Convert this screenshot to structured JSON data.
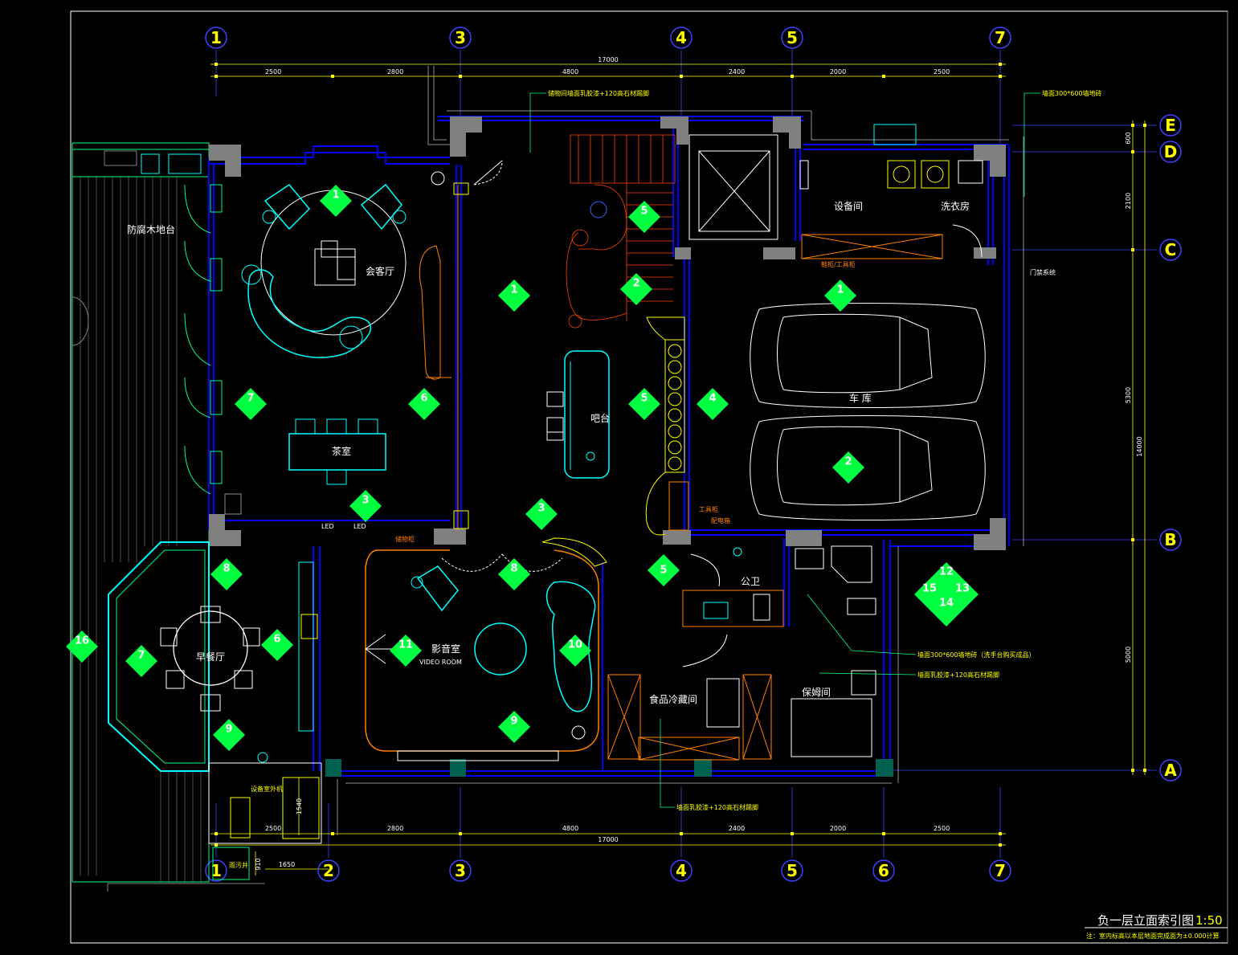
{
  "drawing": {
    "title": "负一层立面索引图",
    "scale": "1:50",
    "footnote": "注：室内标高以本层地面完成面为±0.000计算"
  },
  "axes": {
    "top": [
      "1",
      "3",
      "4",
      "5",
      "7"
    ],
    "bottom": [
      "1",
      "2",
      "3",
      "4",
      "5",
      "6",
      "7"
    ],
    "right": [
      "E",
      "D",
      "C",
      "B",
      "A"
    ]
  },
  "dimensions": {
    "top_segments": [
      "2500",
      "2800",
      "4800",
      "2400",
      "2000",
      "2500"
    ],
    "top_total": "17000",
    "bottom_segments": [
      "2500",
      "2800",
      "4800",
      "2400",
      "2000",
      "2500"
    ],
    "bottom_total": "17000",
    "bottom_extra": [
      "910",
      "1650",
      "1540"
    ],
    "right_segments": [
      "600",
      "2100",
      "5300",
      "5000"
    ],
    "right_total": "14000"
  },
  "rooms": {
    "deck": "防腐木地台",
    "lounge": "会客厅",
    "tea": "茶室",
    "bar": "吧台",
    "garage": "车 库",
    "equipment": "设备间",
    "laundry": "洗衣房",
    "toilet": "公卫",
    "breakfast": "早餐厅",
    "theater": "影音室",
    "theater_en": "VIDEO ROOM",
    "cold_storage": "食品冷藏间",
    "nanny": "保姆间",
    "equipment_shaft": "设备室外机",
    "rain_well": "雨污井"
  },
  "notes": {
    "n1": "储物间墙面乳胶漆+120高石材踢脚",
    "n2": "墙面300*600墙地砖",
    "n3": "墙面300*600墙地砖（洗手台购买成品）",
    "n4": "墙面乳胶漆+120高石材踢脚",
    "n5": "墙面乳胶漆+120高石材踢脚",
    "n6": "鞋柜/工具柜",
    "n7": "工具柜",
    "n8": "配电箱",
    "n9": "门禁系统",
    "n10": "储物柜",
    "n11": "LED",
    "n12": "LED"
  },
  "tags": [
    "1",
    "1",
    "2",
    "1",
    "2",
    "3",
    "3",
    "4",
    "5",
    "5",
    "6",
    "7",
    "6",
    "7",
    "8",
    "8",
    "9",
    "9",
    "10",
    "11",
    "12",
    "13",
    "14",
    "15",
    "16"
  ]
}
